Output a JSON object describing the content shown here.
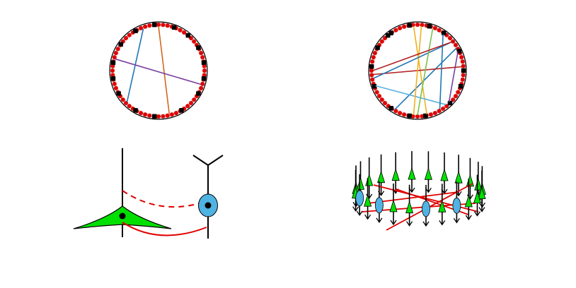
{
  "colors": {
    "background": "#ffffff",
    "ring_fill": "#e8e8e8",
    "ring_outline": "#000000",
    "node_red": "#e00000",
    "node_black": "#000000",
    "green": "#00e000",
    "cyan": "#4fb3e3",
    "red_connection": "#e00000",
    "stem": "#000000"
  },
  "panels": [
    {
      "name": "ring-network-sparse",
      "chords": [
        {
          "color": "#1f77b4"
        },
        {
          "color": "#d2691e"
        },
        {
          "color": "#7b3f9e"
        }
      ]
    },
    {
      "name": "ring-network-dense",
      "chords": [
        {
          "color": "#1f77b4"
        },
        {
          "color": "#f0b020"
        },
        {
          "color": "#7b3f9e"
        },
        {
          "color": "#b22222"
        },
        {
          "color": "#5bb0e0"
        },
        {
          "color": "#1f77b4"
        },
        {
          "color": "#f0b020"
        },
        {
          "color": "#1f77b4"
        },
        {
          "color": "#7cc04a"
        },
        {
          "color": "#b22222"
        }
      ]
    },
    {
      "name": "two-neuron-motif",
      "neurons": [
        {
          "shape": "pyramidal",
          "color": "#00e000"
        },
        {
          "shape": "interneuron",
          "color": "#4fb3e3"
        }
      ],
      "connections": [
        {
          "style": "dashed",
          "color": "#e00000"
        },
        {
          "style": "solid",
          "color": "#e00000"
        }
      ]
    },
    {
      "name": "neuron-ring-3d",
      "neuron_types": [
        "pyramidal",
        "interneuron"
      ],
      "connection_color": "#e00000"
    }
  ]
}
